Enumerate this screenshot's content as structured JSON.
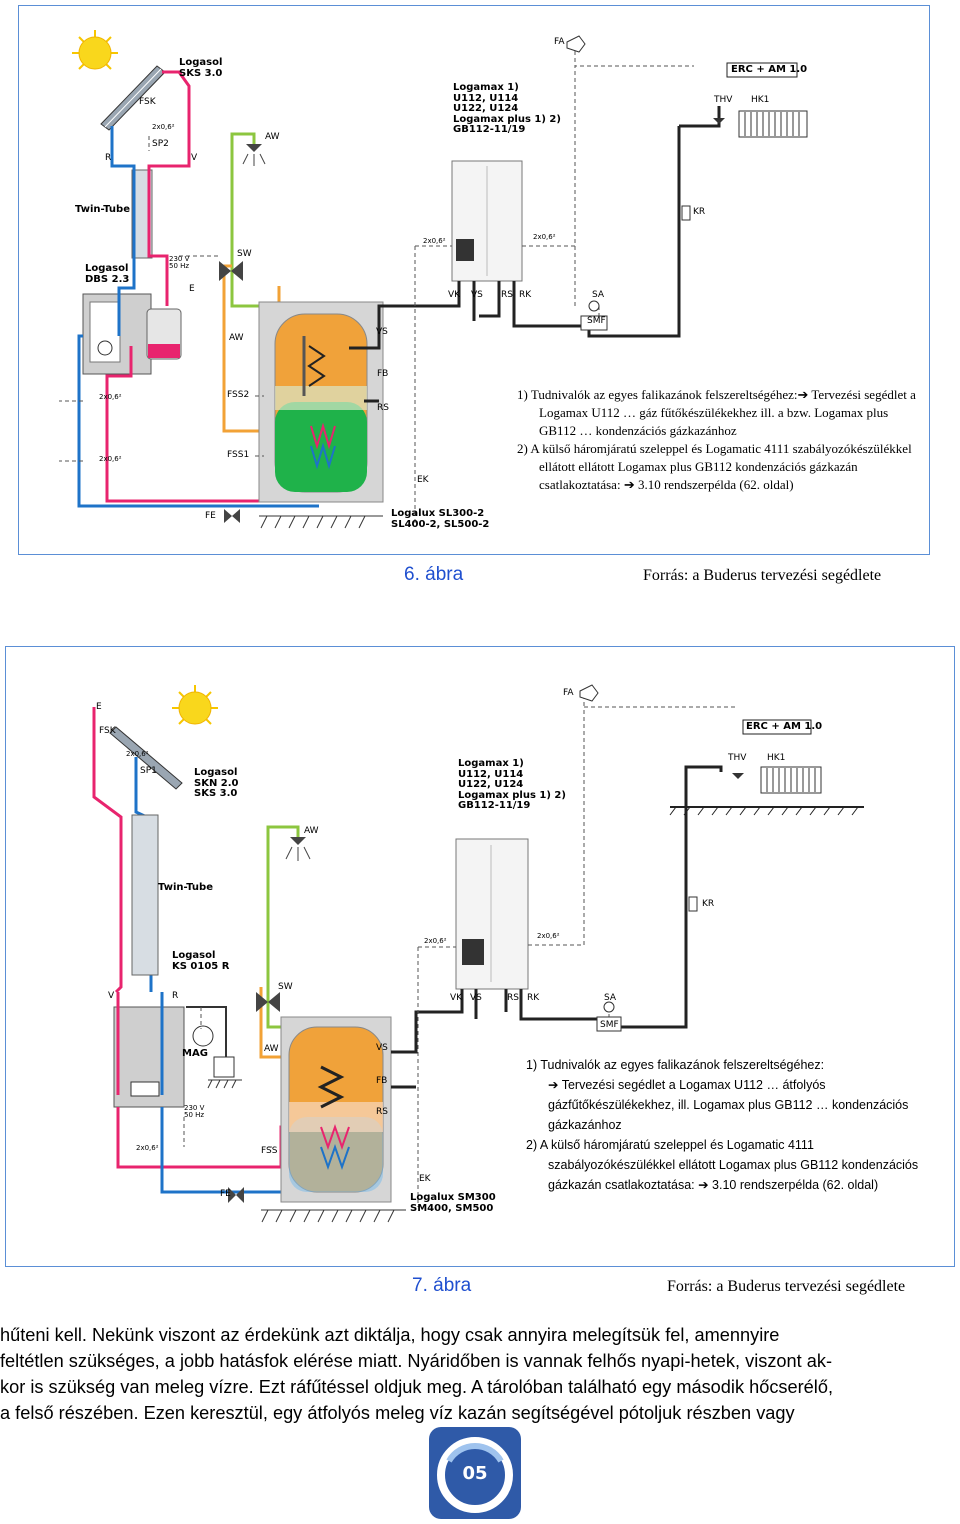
{
  "figure6": {
    "labels": {
      "collector_title": "Logasol\nSKS 3.0",
      "fsk": "FSK",
      "sp2": "SP2",
      "pipe_small": "2x0,6²",
      "r": "R",
      "v": "V",
      "twin_tube": "Twin-Tube",
      "station": "Logasol\nDBS 2.3",
      "power": "230 V\n50 Hz",
      "e": "E",
      "aw_top": "AW",
      "sw": "SW",
      "aw_mid": "AW",
      "fss2": "FSS2",
      "fss1": "FSS1",
      "fe": "FE",
      "vs": "VS",
      "fb": "FB",
      "rs": "RS",
      "ek": "EK",
      "tank": "Logalux SL300-2\nSL400-2, SL500-2",
      "boiler": "Logamax 1)\nU112, U114\nU122, U124\nLogamax plus 1) 2)\nGB112-11/19",
      "vk": "VK",
      "vs_b": "VS",
      "rs_b": "RS",
      "rk": "RK",
      "sa": "SA",
      "smf": "SMF",
      "fa": "FA",
      "erc": "ERC + AM 1.0",
      "thv": "THV",
      "hk1": "HK1",
      "kr": "KR",
      "cable1": "2x0,6²",
      "cable2": "2x0,6²"
    },
    "notes": [
      "1)  Tudnivalók az egyes falikazánok felszereltségéhez:➔ Tervezési segédlet a Logamax U112 … gáz fűtőkészülékekhez ill. a bzw. Logamax plus GB112 … kondenzációs gázkazánhoz",
      "2)  A külső háromjáratú szeleppel és Logamatic 4111 szabályozókészülékkel ellátott ellátott Logamax plus GB112 kondenzációs gázkazán csatlakoztatása: ➔ 3.10 rendszerpélda (62. oldal)"
    ],
    "caption": "6. ábra",
    "source": "Forrás: a Buderus tervezési segédlete"
  },
  "figure7": {
    "labels": {
      "e": "E",
      "fsk": "FSK",
      "sp1": "SP1",
      "pipe_small": "2x0,6²",
      "collector_title": "Logasol\nSKN 2.0\nSKS 3.0",
      "twin_tube": "Twin-Tube",
      "station": "Logasol\nKS 0105 R",
      "v": "V",
      "r": "R",
      "mag": "MAG",
      "power": "230 V\n50 Hz",
      "pipe_small2": "2x0,6²",
      "fe": "FE",
      "aw_top": "AW",
      "sw": "SW",
      "aw_mid": "AW",
      "vs": "VS",
      "fb": "FB",
      "rs": "RS",
      "fss": "FSS",
      "ek": "EK",
      "tank": "Logalux SM300\nSM400, SM500",
      "boiler": "Logamax 1)\nU112, U114\nU122, U124\nLogamax plus 1) 2)\nGB112-11/19",
      "vk": "VK",
      "vs_b": "VS",
      "rs_b": "RS",
      "rk": "RK",
      "sa": "SA",
      "smf": "SMF",
      "fa": "FA",
      "erc": "ERC + AM 1.0",
      "thv": "THV",
      "hk1": "HK1",
      "kr": "KR",
      "cable1": "2x0,6²",
      "cable2": "2x0,6²"
    },
    "notes": [
      "1)  Tudnivalók az egyes falikazánok felszereltségéhez:",
      "➔ Tervezési segédlet a Logamax U112 … átfolyós gázfűtőkészülékekhez, ill. Logamax plus GB112 … kondenzációs gázkazánhoz",
      "2)  A külső háromjáratú szeleppel és Logamatic 4111 szabályozókészülékkel ellátott Logamax plus GB112 kondenzációs gázkazán csatlakoztatása: ➔ 3.10 rendszerpélda (62. oldal)"
    ],
    "caption": "7. ábra",
    "source": "Forrás: a Buderus tervezési segédlete"
  },
  "body_lines": [
    "hűteni kell. Nekünk viszont az érdekünk azt diktálja, hogy csak annyira melegítsük fel, amennyire",
    "feltétlen szükséges, a jobb hatásfok elérése miatt. Nyáridőben is vannak felhős nyapi-hetek, viszont ak-",
    "kor is szükség van meleg vízre. Ezt ráfűtéssel oldjuk meg. A tárolóban található egy második hőcserélő,",
    "a felső részében. Ezen keresztül, egy átfolyós meleg víz kazán segítségével pótoljuk részben vagy"
  ],
  "page_number": "05",
  "colors": {
    "solar_red": "#e8246e",
    "solar_blue": "#1e73c8",
    "dhw_green": "#8cc63f",
    "dhw_orange": "#f2a236",
    "tank_orange": "#f0a23a",
    "tank_green": "#1fb24a",
    "caption_blue": "#1f4fcf",
    "frame_blue": "#5b8fd6",
    "logo_blue": "#2f5aa8"
  }
}
